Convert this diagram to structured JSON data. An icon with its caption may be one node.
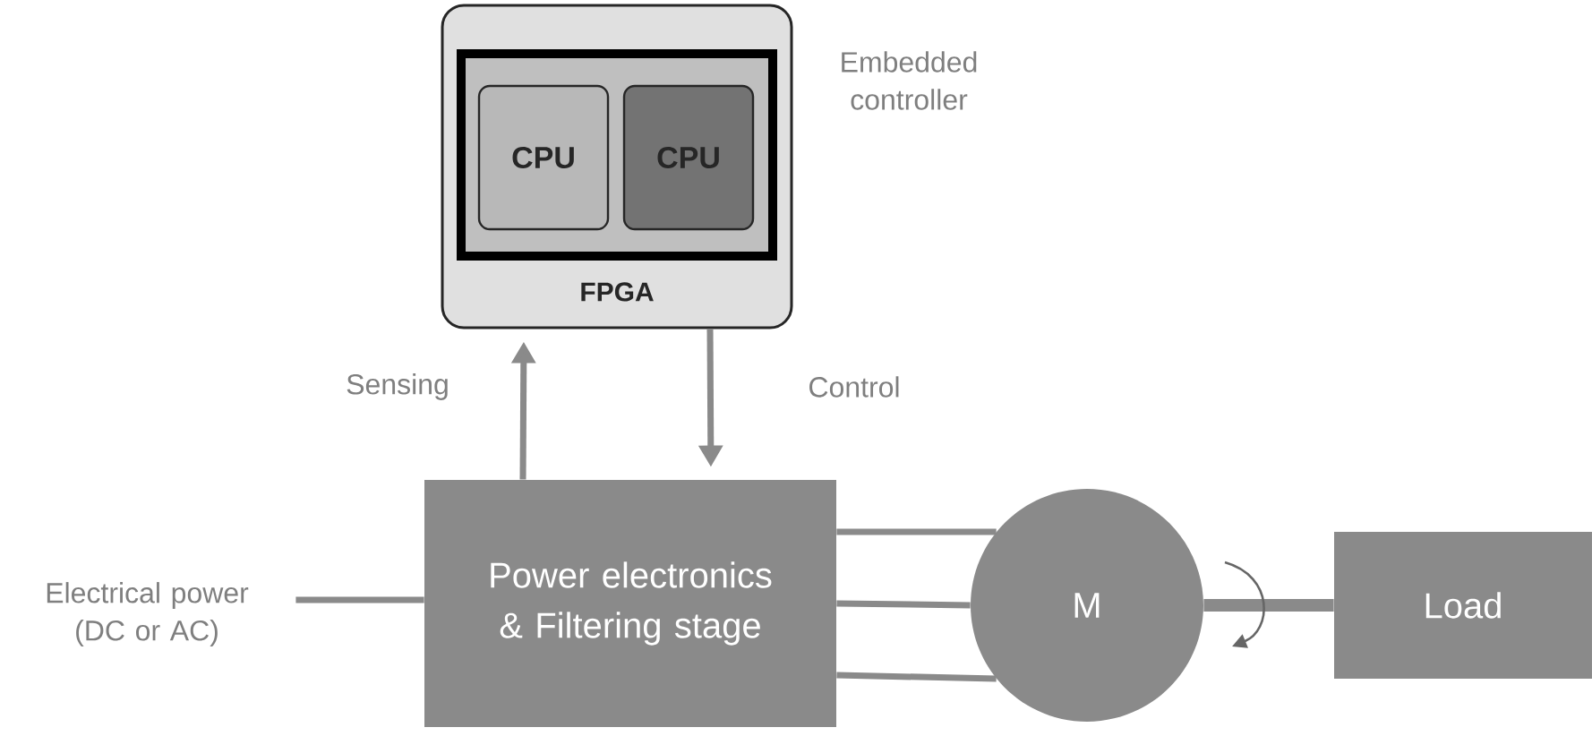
{
  "diagram": {
    "nodes": [
      {
        "text": [
          "FPGA"
        ],
        "beside": [
          "Embedded controller"
        ]
      },
      {
        "text": [
          "CPU"
        ],
        "in": 0
      },
      {
        "text": [
          "CPU"
        ],
        "in": 0
      },
      {
        "text": [
          "Electrical power (DC or AC)"
        ]
      },
      {
        "text": [
          "Power electronics & Filtering stage"
        ]
      },
      {
        "text": [
          "M"
        ]
      },
      {
        "text": [
          "Load"
        ]
      }
    ],
    "edges": [
      {
        "from": 4,
        "to": 0,
        "arrow": "to",
        "label": "Sensing"
      },
      {
        "from": 0,
        "to": 4,
        "arrow": "to",
        "label": "Control"
      },
      {
        "from": 3,
        "to": 4,
        "arrow": "none"
      },
      {
        "from": 4,
        "to": 5,
        "arrow": "none"
      },
      {
        "from": 4,
        "to": 5,
        "arrow": "none"
      },
      {
        "from": 4,
        "to": 5,
        "arrow": "none"
      },
      {
        "from": 5,
        "to": 6,
        "arrow": "none",
        "style": "thick"
      }
    ]
  }
}
